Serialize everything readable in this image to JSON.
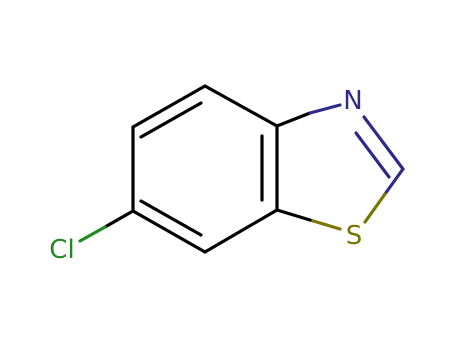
{
  "molecule": {
    "atoms": {
      "n": {
        "label": "N",
        "color": "#2e2a8c"
      },
      "s": {
        "label": "S",
        "color": "#7a7400"
      },
      "cl": {
        "label": "Cl",
        "color": "#1f8a1f"
      }
    },
    "colors": {
      "bond": "#000000",
      "n": "#2e2a8c",
      "s": "#7a7400",
      "cl": "#1f8a1f"
    }
  }
}
